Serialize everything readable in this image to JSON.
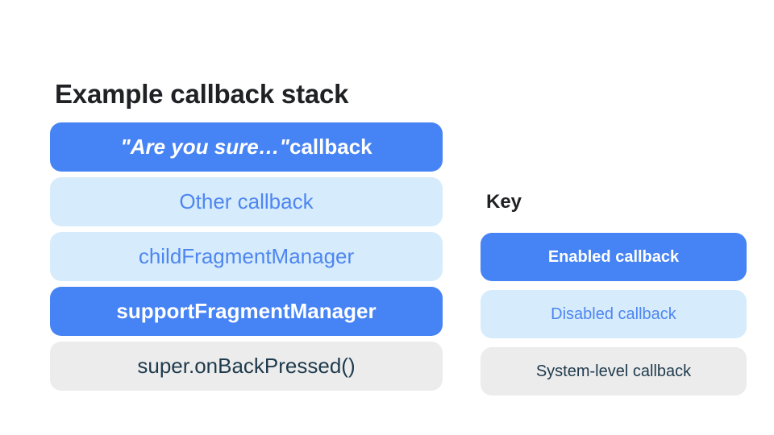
{
  "page": {
    "background": "#ffffff"
  },
  "colors": {
    "enabled_bg": "#4683F4",
    "enabled_text": "#ffffff",
    "disabled_bg": "#D6ECFC",
    "disabled_text": "#4E86F0",
    "system_bg": "#ECECEC",
    "system_text": "#1E3A4C",
    "heading_text": "#202124"
  },
  "stack": {
    "title": "Example callback stack",
    "items": [
      {
        "label_italic": "\"Are you sure…\"",
        "label_rest": " callback",
        "type": "enabled"
      },
      {
        "label": "Other callback",
        "type": "disabled"
      },
      {
        "label": "childFragmentManager",
        "type": "disabled"
      },
      {
        "label": "supportFragmentManager",
        "type": "enabled"
      },
      {
        "label": "super.onBackPressed()",
        "type": "system"
      }
    ]
  },
  "key": {
    "title": "Key",
    "items": [
      {
        "label": "Enabled callback",
        "type": "enabled"
      },
      {
        "label": "Disabled callback",
        "type": "disabled"
      },
      {
        "label": "System-level callback",
        "type": "system"
      }
    ]
  }
}
